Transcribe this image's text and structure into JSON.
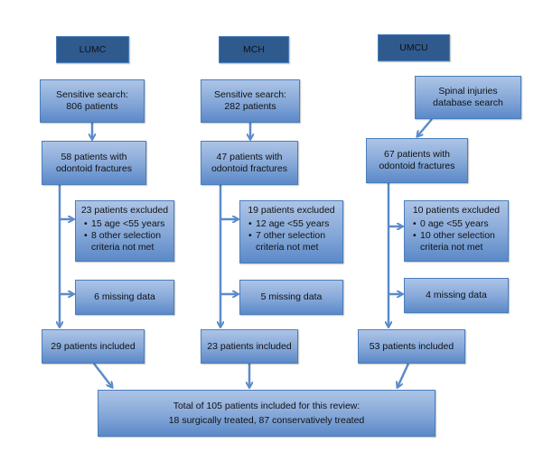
{
  "sites": [
    {
      "name": "LUMC",
      "search": [
        "Sensitive search:",
        "806 patients"
      ],
      "fractures": [
        "58 patients with",
        "odontoid fractures"
      ],
      "excluded": {
        "title": "23 patients excluded",
        "items": [
          "15 age <55 years",
          "8 other selection criteria not met"
        ]
      },
      "missing": "6 missing data",
      "included": "29 patients included"
    },
    {
      "name": "MCH",
      "search": [
        "Sensitive search:",
        "282 patients"
      ],
      "fractures": [
        "47 patients with",
        "odontoid fractures"
      ],
      "excluded": {
        "title": "19 patients excluded",
        "items": [
          "12 age <55 years",
          "7 other selection criteria not met"
        ]
      },
      "missing": "5 missing data",
      "included": "23 patients included"
    },
    {
      "name": "UMCU",
      "search": [
        "Spinal injuries",
        "database search"
      ],
      "fractures": [
        "67 patients with",
        "odontoid fractures"
      ],
      "excluded": {
        "title": "10 patients excluded",
        "items": [
          "0 age <55 years",
          "10 other selection criteria not met"
        ]
      },
      "missing": "4 missing data",
      "included": "53 patients included"
    }
  ],
  "total": [
    "Total of 105 patients included for this review:",
    "18 surgically treated, 87 conservatively treated"
  ],
  "colors": {
    "box_top": "#adc4e6",
    "box_bottom": "#5b89c8",
    "header": "#2f5a8e",
    "arrow": "#5b8bc9"
  }
}
